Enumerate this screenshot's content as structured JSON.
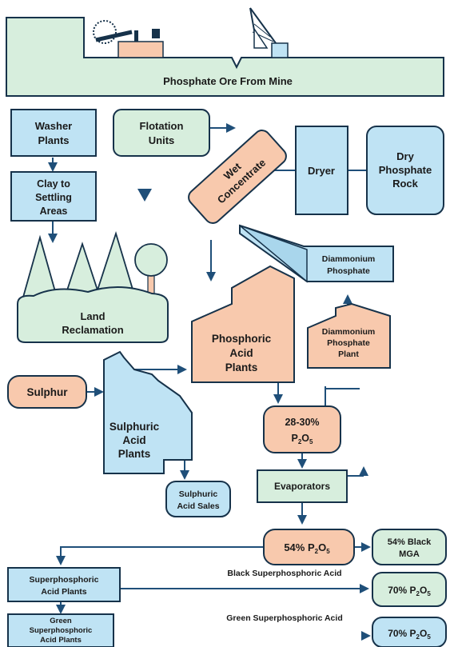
{
  "colors": {
    "green": "#d7eedd",
    "blue": "#bfe3f4",
    "orange": "#f8c9ad",
    "stroke": "#16324a",
    "line": "#1f4f79"
  },
  "nodes": {
    "mine": "Phosphate Ore From Mine",
    "washer": [
      "Washer",
      "Plants"
    ],
    "flotation": [
      "Flotation",
      "Units"
    ],
    "wet_concentrate": [
      "Wet",
      "Concentrate"
    ],
    "dryer": "Dryer",
    "dry_rock": [
      "Dry",
      "Phosphate",
      "Rock"
    ],
    "clay": [
      "Clay to",
      "Settling",
      "Areas"
    ],
    "land": [
      "Land",
      "Reclamation"
    ],
    "dap_product": [
      "Diammonium",
      "Phosphate"
    ],
    "dap_plant": [
      "Diammonium",
      "Phosphate",
      "Plant"
    ],
    "phos_acid": [
      "Phosphoric",
      "Acid",
      "Plants"
    ],
    "sulphur": "Sulphur",
    "sulph_acid_plants": [
      "Sulphuric",
      "Acid",
      "Plants"
    ],
    "sulph_acid_sales": [
      "Sulphuric",
      "Acid Sales"
    ],
    "p2o5_28": {
      "value": "28-30%",
      "formula": "P",
      "sub1": "2",
      "mid": "O",
      "sub2": "5"
    },
    "evaporators": "Evaporators",
    "p2o5_54": {
      "value": "54% P",
      "sub1": "2",
      "mid": "O",
      "sub2": "5"
    },
    "black_mga": [
      "54% Black",
      "MGA"
    ],
    "superphos_plants": [
      "Superphosphoric",
      "Acid Plants"
    ],
    "p2o5_70a": {
      "value": "70% P",
      "sub1": "2",
      "mid": "O",
      "sub2": "5"
    },
    "green_superphos": [
      "Green",
      "Superphosphoric",
      "Acid Plants"
    ],
    "p2o5_70b": {
      "value": "70% P",
      "sub1": "2",
      "mid": "O",
      "sub2": "5"
    }
  },
  "labels": {
    "black_superphos_acid": "Black Superphosphoric Acid",
    "green_superphos_acid": "Green Superphosphoric Acid"
  }
}
